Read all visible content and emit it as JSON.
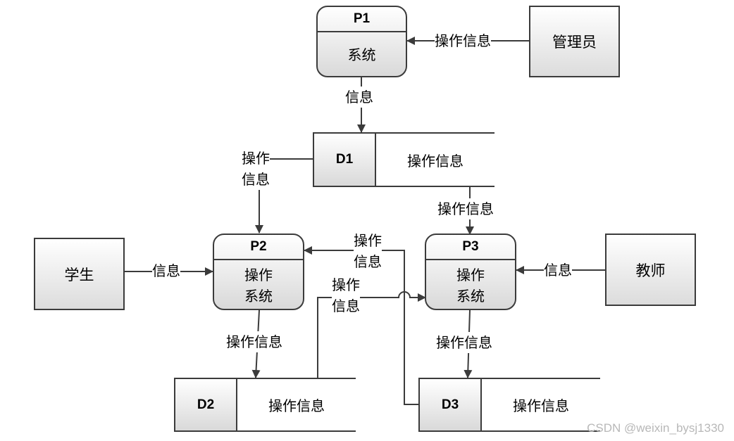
{
  "entities": {
    "admin": "管理员",
    "student": "学生",
    "teacher": "教师"
  },
  "processes": {
    "p1": {
      "id": "P1",
      "name": "系统"
    },
    "p2": {
      "id": "P2",
      "name_line1": "操作",
      "name_line2": "系统"
    },
    "p3": {
      "id": "P3",
      "name_line1": "操作",
      "name_line2": "系统"
    }
  },
  "stores": {
    "d1": {
      "id": "D1",
      "name": "操作信息"
    },
    "d2": {
      "id": "D2",
      "name": "操作信息"
    },
    "d3": {
      "id": "D3",
      "name": "操作信息"
    }
  },
  "flows": {
    "admin_to_p1": "操作信息",
    "p1_to_d1": "信息",
    "d1_to_p2_line1": "操作",
    "d1_to_p2_line2": "信息",
    "d1_to_p3": "操作信息",
    "student_to_p2": "信息",
    "teacher_to_p3": "信息",
    "p2_to_d2": "操作信息",
    "p3_to_d3": "操作信息",
    "d3_to_p2_line1": "操作",
    "d3_to_p2_line2": "信息",
    "d2_to_p3_line1": "操作",
    "d2_to_p3_line2": "信息"
  },
  "watermark": "CSDN @weixin_bysj1330"
}
